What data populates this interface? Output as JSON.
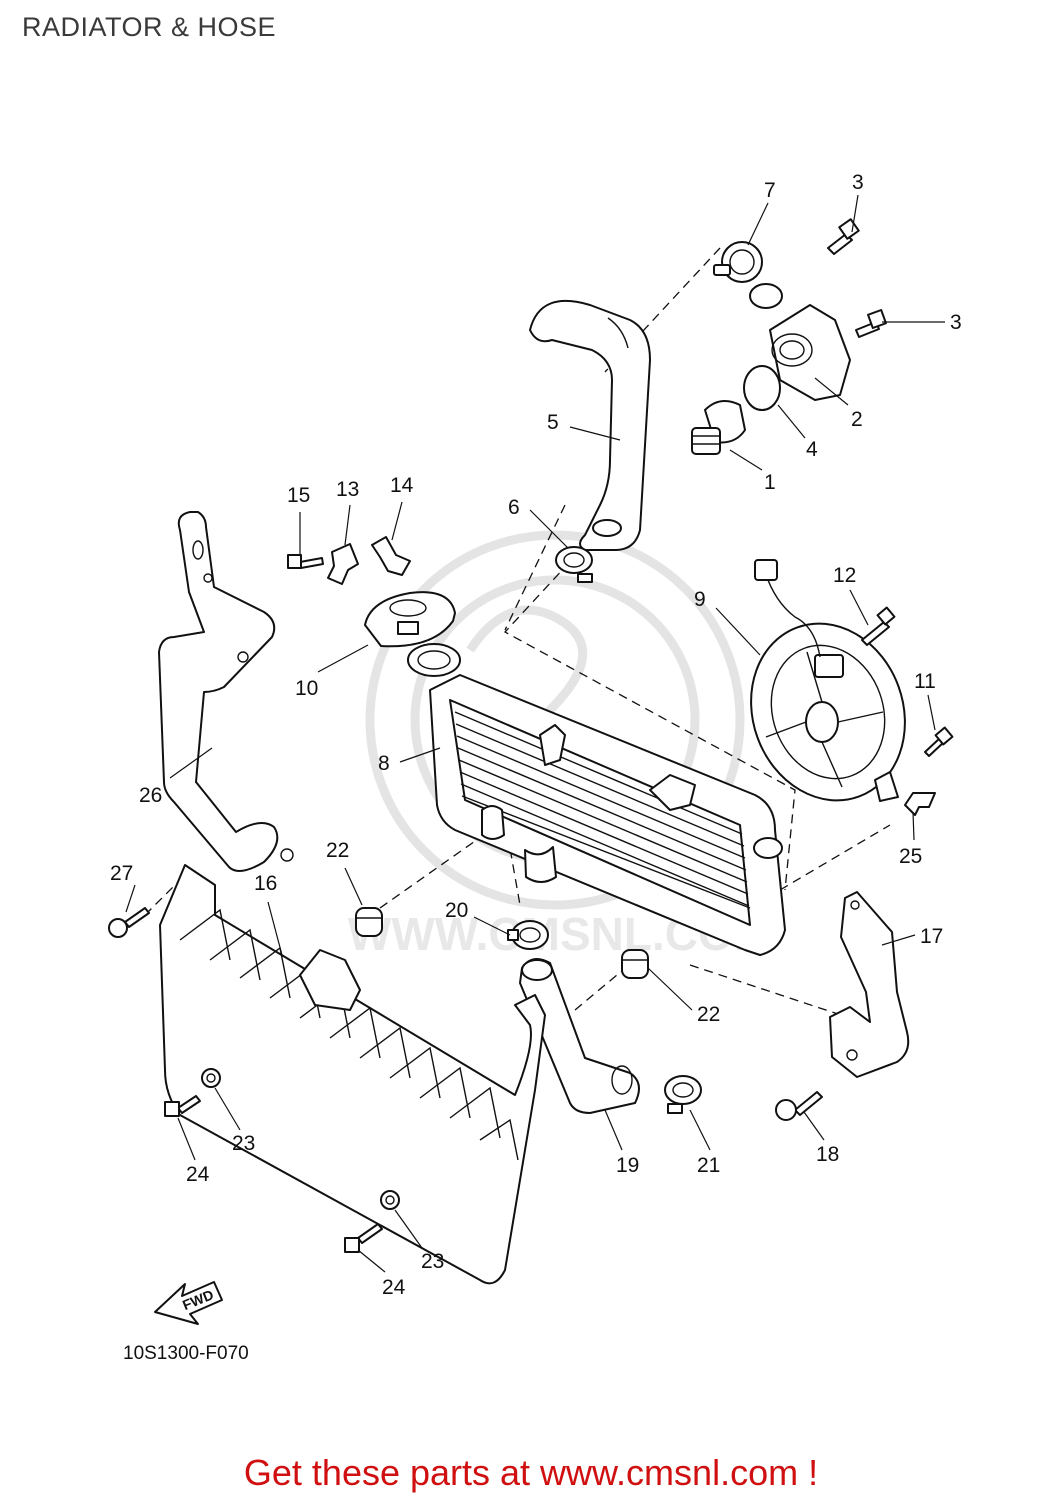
{
  "header": {
    "title": "RADIATOR & HOSE"
  },
  "figure": {
    "code": "10S1300-F070",
    "fwd_label": "FWD",
    "watermark_text": "WWW.CMSNL.COM",
    "callouts": [
      {
        "id": "c1",
        "label": "1"
      },
      {
        "id": "c2",
        "label": "2"
      },
      {
        "id": "c3a",
        "label": "3"
      },
      {
        "id": "c3b",
        "label": "3"
      },
      {
        "id": "c4",
        "label": "4"
      },
      {
        "id": "c5",
        "label": "5"
      },
      {
        "id": "c6",
        "label": "6"
      },
      {
        "id": "c7",
        "label": "7"
      },
      {
        "id": "c8",
        "label": "8"
      },
      {
        "id": "c9",
        "label": "9"
      },
      {
        "id": "c10",
        "label": "10"
      },
      {
        "id": "c11",
        "label": "11"
      },
      {
        "id": "c12",
        "label": "12"
      },
      {
        "id": "c13",
        "label": "13"
      },
      {
        "id": "c14",
        "label": "14"
      },
      {
        "id": "c15",
        "label": "15"
      },
      {
        "id": "c16",
        "label": "16"
      },
      {
        "id": "c17",
        "label": "17"
      },
      {
        "id": "c18",
        "label": "18"
      },
      {
        "id": "c19",
        "label": "19"
      },
      {
        "id": "c20",
        "label": "20"
      },
      {
        "id": "c21",
        "label": "21"
      },
      {
        "id": "c22a",
        "label": "22"
      },
      {
        "id": "c22b",
        "label": "22"
      },
      {
        "id": "c23a",
        "label": "23"
      },
      {
        "id": "c23b",
        "label": "23"
      },
      {
        "id": "c24a",
        "label": "24"
      },
      {
        "id": "c24b",
        "label": "24"
      },
      {
        "id": "c25",
        "label": "25"
      },
      {
        "id": "c26",
        "label": "26"
      },
      {
        "id": "c27",
        "label": "27"
      }
    ]
  },
  "footer": {
    "cta": "Get these parts at www.cmsnl.com !",
    "cta_color": "#d01010"
  }
}
